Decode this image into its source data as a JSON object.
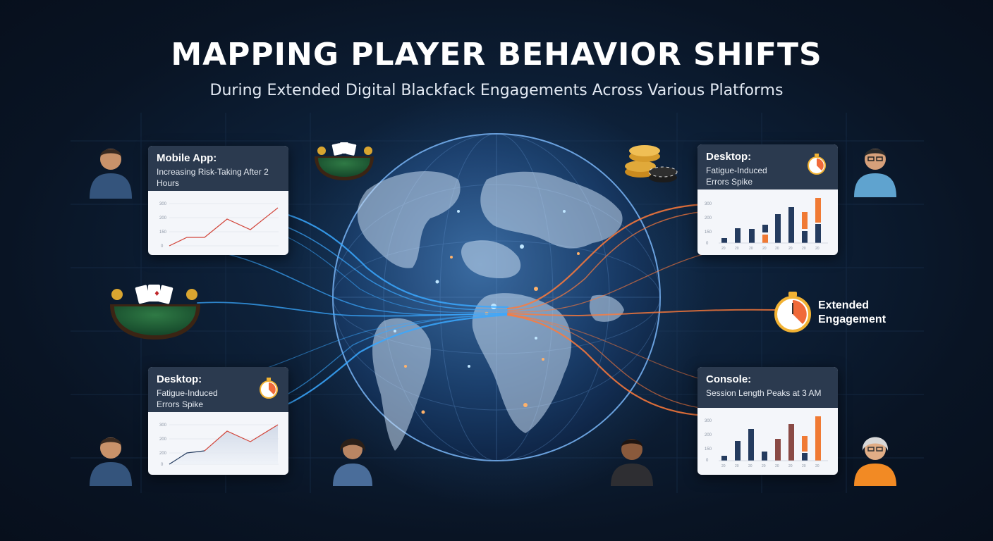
{
  "header": {
    "title": "MAPPING PLAYER BEHAVIOR SHIFTS",
    "subtitle": "During Extended Digital Blackfack Engagements Across Various Platforms"
  },
  "colors": {
    "blue_stream": "#3aa8ff",
    "orange_stream": "#ff7a3a",
    "card_header": "#2b3a4f",
    "bar_navy": "#243b5e",
    "bar_orange": "#f07a34",
    "line_red": "#d2453a"
  },
  "cards": {
    "mobile": {
      "title": "Mobile App:",
      "subtitle": "Increasing Risk-Taking After 2 Hours",
      "y_ticks": [
        "300",
        "200",
        "150",
        "0"
      ]
    },
    "desktop_left": {
      "title": "Desktop:",
      "subtitle": "Fatigue-Induced Errors Spike",
      "y_ticks": [
        "300",
        "200",
        "200",
        "0"
      ]
    },
    "desktop_right": {
      "title": "Desktop:",
      "subtitle": "Fatigue-Induced Errors Spike",
      "y_ticks": [
        "300",
        "200",
        "150",
        "0"
      ]
    },
    "console": {
      "title": "Console:",
      "subtitle": "Session Length Peaks at 3 AM",
      "y_ticks": [
        "300",
        "200",
        "150",
        "0"
      ]
    }
  },
  "legend": {
    "extended_line1": "Extended",
    "extended_line2": "Engagement"
  },
  "icons": [
    "person-icon",
    "blackjack-table-icon",
    "poker-chips-icon",
    "stopwatch-icon",
    "globe-icon"
  ]
}
